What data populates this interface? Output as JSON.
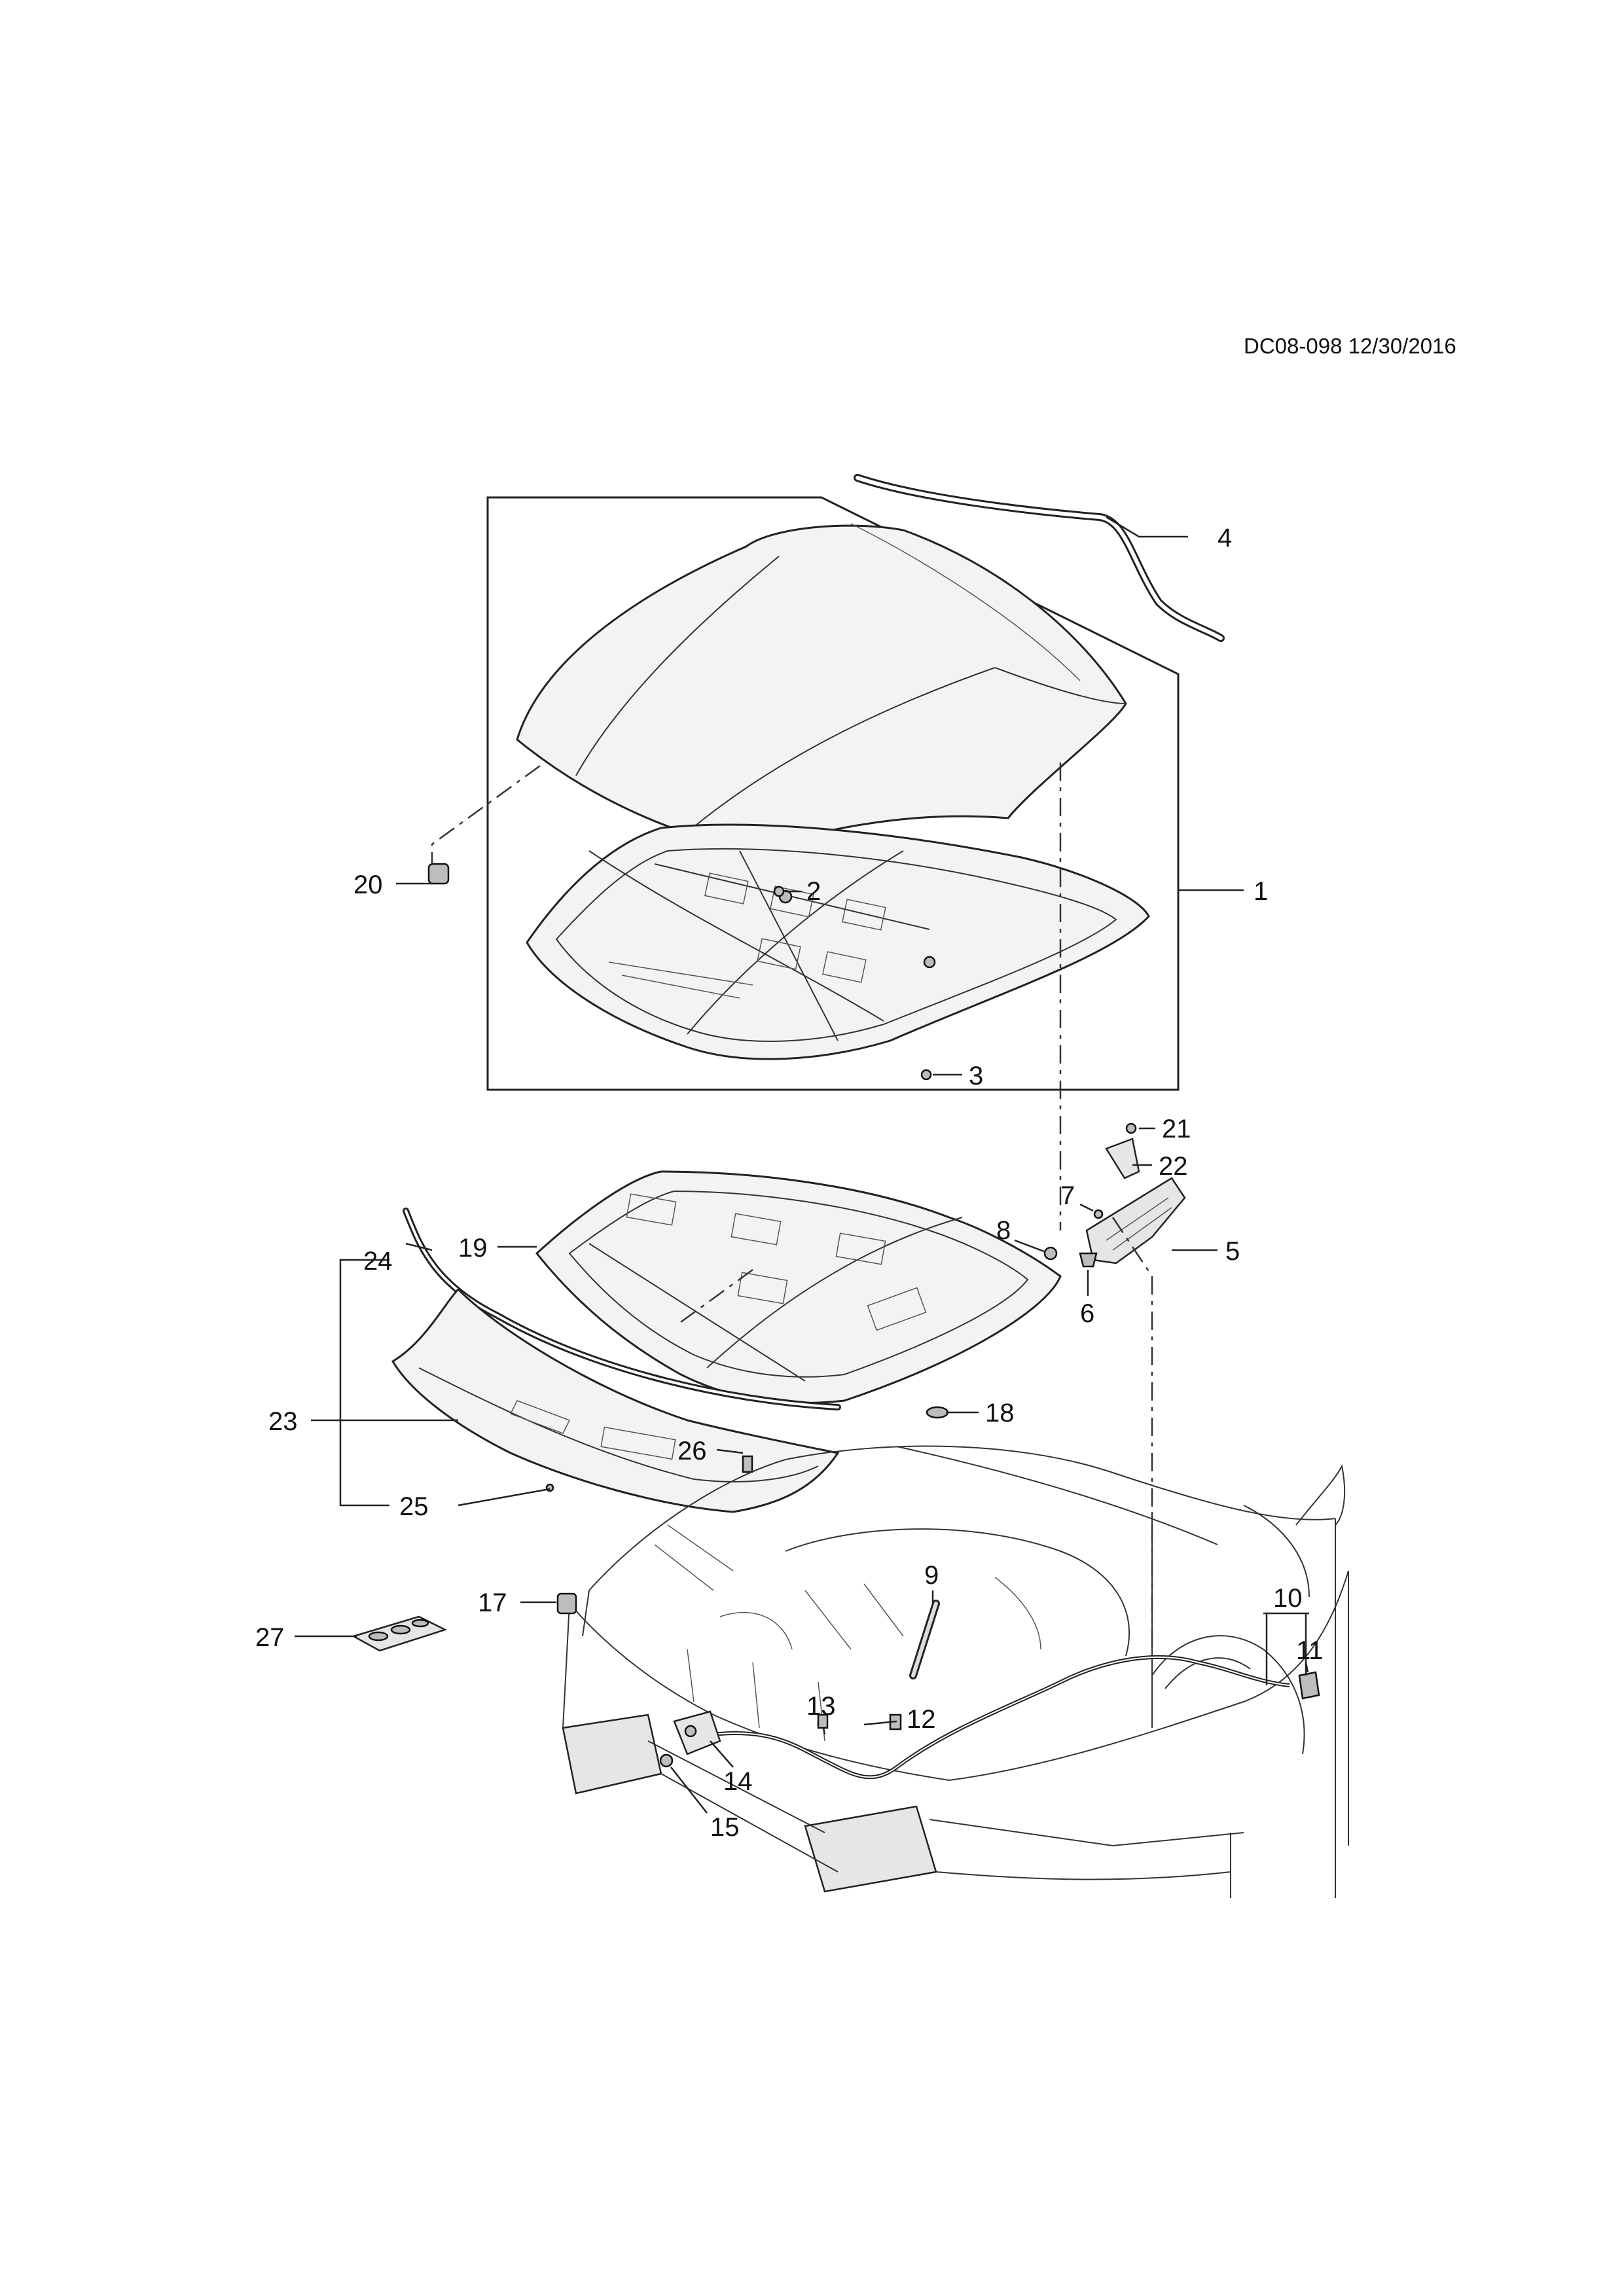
{
  "document": {
    "id_date": "DC08-098 12/30/2016"
  },
  "callouts": [
    {
      "label": "1"
    },
    {
      "label": "2"
    },
    {
      "label": "3"
    },
    {
      "label": "4"
    },
    {
      "label": "5"
    },
    {
      "label": "6"
    },
    {
      "label": "7"
    },
    {
      "label": "8"
    },
    {
      "label": "9"
    },
    {
      "label": "10"
    },
    {
      "label": "11"
    },
    {
      "label": "12"
    },
    {
      "label": "13"
    },
    {
      "label": "14"
    },
    {
      "label": "15"
    },
    {
      "label": "17"
    },
    {
      "label": "18"
    },
    {
      "label": "19"
    },
    {
      "label": "20"
    },
    {
      "label": "21"
    },
    {
      "label": "22"
    },
    {
      "label": "23"
    },
    {
      "label": "24"
    },
    {
      "label": "25"
    },
    {
      "label": "26"
    },
    {
      "label": "27"
    }
  ]
}
